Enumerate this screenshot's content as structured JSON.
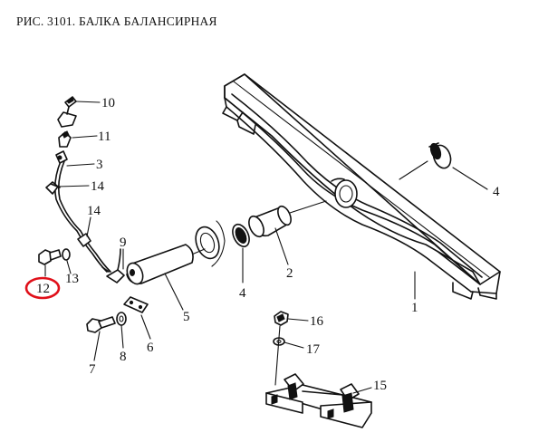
{
  "title": "РИС. 3101. БАЛКА БАЛАНСИРНАЯ",
  "highlight_color": "#e0101a",
  "highlighted_part": "12",
  "callouts": {
    "p1": "1",
    "p2": "2",
    "p3": "3",
    "p4_right": "4",
    "p4_left": "4",
    "p5": "5",
    "p6": "6",
    "p7": "7",
    "p8": "8",
    "p9": "9",
    "p10": "10",
    "p11": "11",
    "p12": "12",
    "p13": "13",
    "p14_upper": "14",
    "p14_lower": "14",
    "p15": "15",
    "p16": "16",
    "p17": "17"
  }
}
